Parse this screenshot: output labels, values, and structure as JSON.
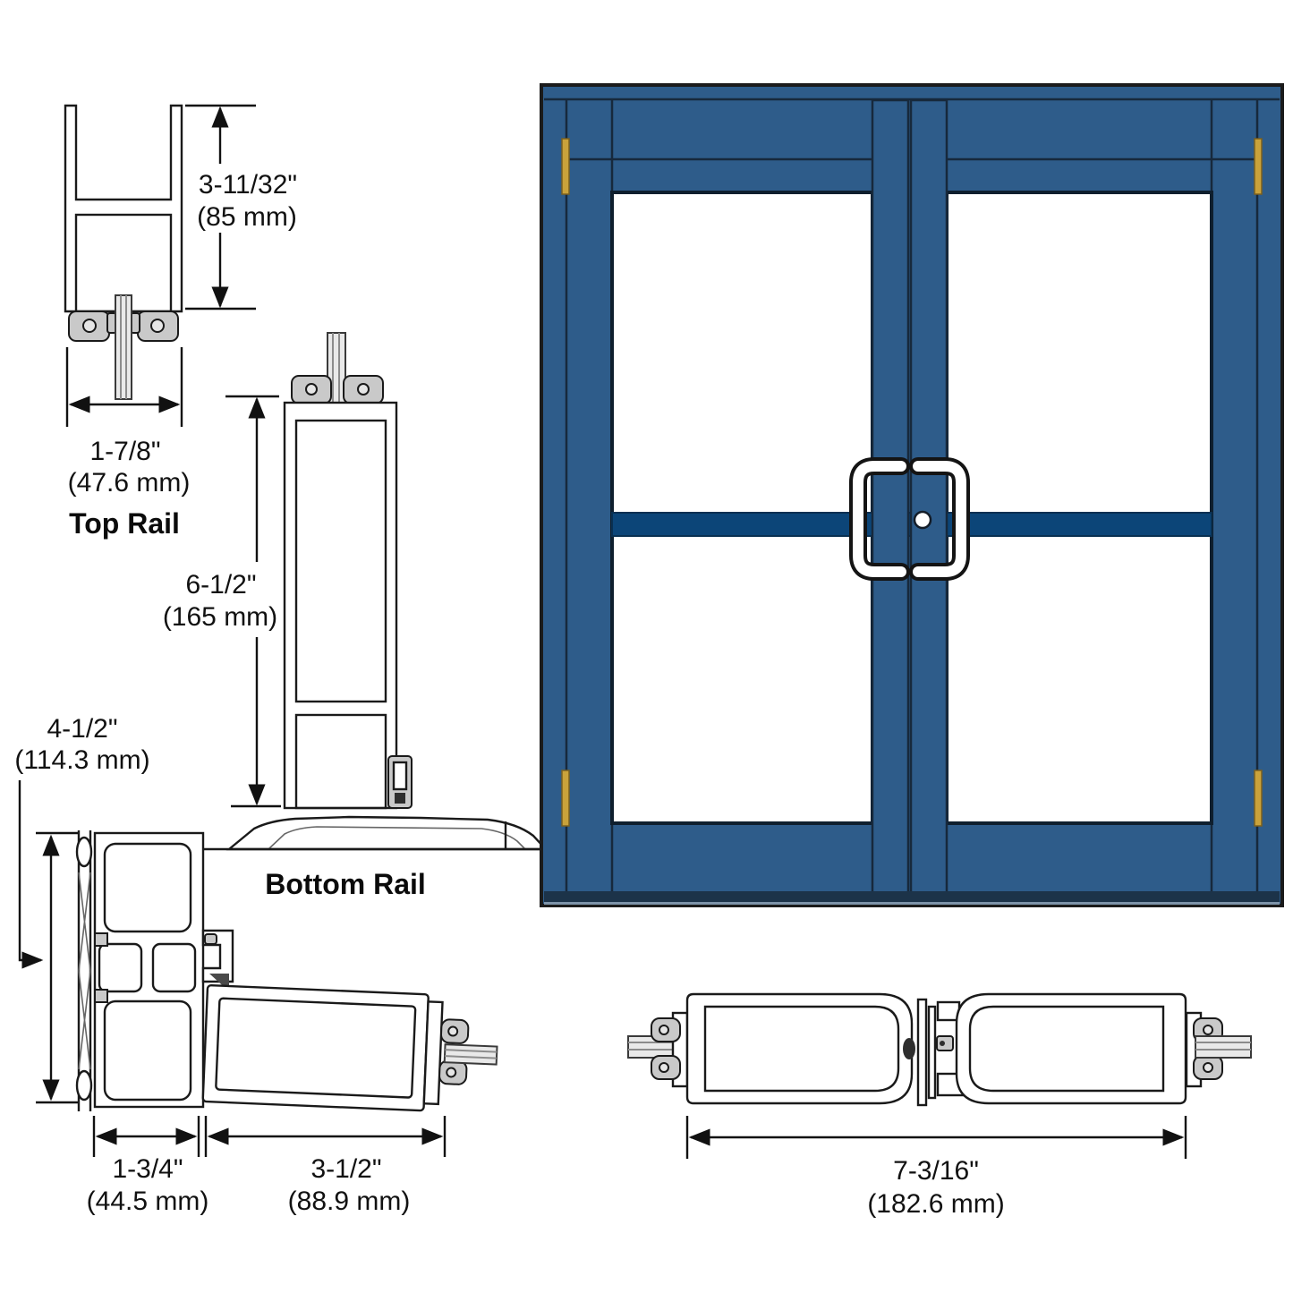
{
  "details": {
    "top_rail": {
      "title": "Top Rail",
      "height_in": "3-11/32\"",
      "height_mm": "(85 mm)",
      "width_in": "1-7/8\"",
      "width_mm": "(47.6 mm)"
    },
    "bottom_rail": {
      "title": "Bottom Rail",
      "height_in": "6-1/2\"",
      "height_mm": "(165 mm)"
    },
    "jamb": {
      "frame_depth_in": "4-1/2\"",
      "frame_depth_mm": "(114.3 mm)",
      "door_thickness_in": "1-3/4\"",
      "door_thickness_mm": "(44.5 mm)",
      "stile_width_in": "3-1/2\"",
      "stile_width_mm": "(88.9 mm)"
    },
    "meeting_stiles": {
      "width_in": "7-3/16\"",
      "width_mm": "(182.6 mm)"
    }
  },
  "door": {
    "colors": {
      "frame_blue": "#2E5C8A",
      "push_bar_navy": "#0C4578",
      "hinge_gold": "#C9A23B",
      "threshold_dark": "#1C3349",
      "threshold_bevel": "#7D93A8",
      "outline": "#1B1B1B",
      "seam": "#17293C",
      "glass_white": "#FFFFFF"
    }
  }
}
